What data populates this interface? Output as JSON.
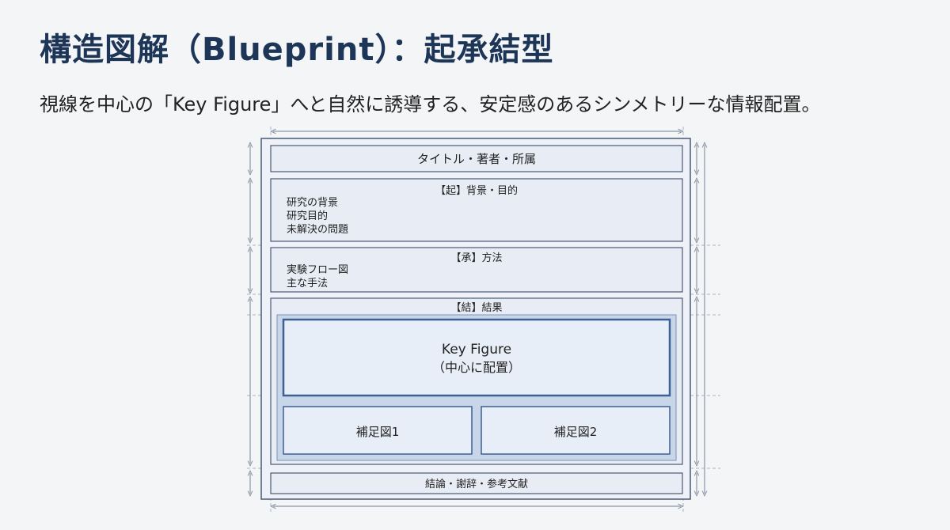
{
  "slide": {
    "title": "構造図解（Blueprint）：起承結型",
    "subtitle": "視線を中心の「Key Figure」へと自然に誘導する、安定感のあるシンメトリーな情報配置。"
  },
  "diagram": {
    "title_block": "タイトル・著者・所属",
    "intro": {
      "heading": "【起】背景・目的",
      "items": [
        "研究の背景",
        "研究目的",
        "未解決の問題"
      ]
    },
    "method": {
      "heading": "【承】方法",
      "items": [
        "実験フロー図",
        "主な手法"
      ]
    },
    "results": {
      "heading": "【結】結果",
      "key_figure": "Key Figure",
      "key_figure_note": "（中心に配置）",
      "sub_figures": [
        "補足図1",
        "補足図2"
      ]
    },
    "footer_block": "結論・謝辞・参考文献"
  },
  "colors": {
    "title": "#1d3557",
    "panel_fill": "#e8edf5",
    "panel_stroke": "#4a5a73",
    "highlight_fill": "#c8d6ea",
    "highlight_stroke": "#3e5f93",
    "guide": "#9aa6b8"
  }
}
